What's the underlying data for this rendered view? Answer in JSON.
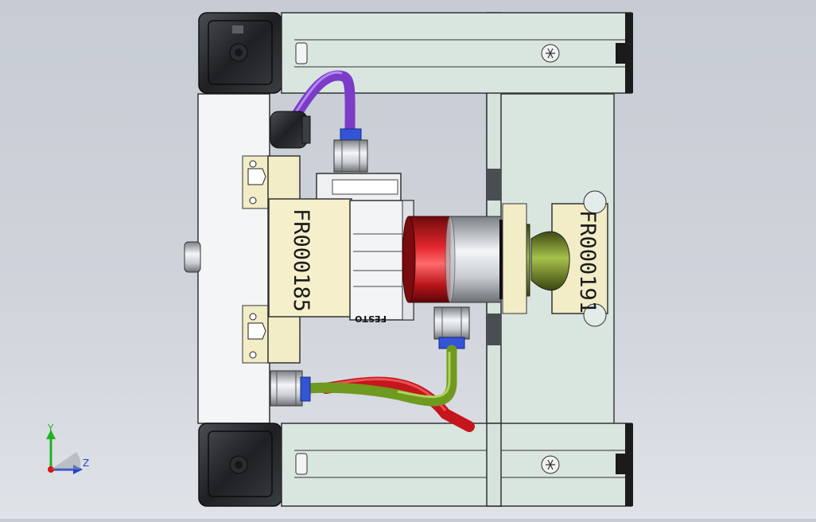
{
  "viewport": {
    "part_labels": {
      "left_plate": "FR000185",
      "right_plate": "FR000191",
      "brand": "FESTO"
    }
  },
  "triad": {
    "y_label": "Y",
    "z_label": "Z"
  },
  "colors": {
    "background_top": "#c7ccd4",
    "frame_green": "#d9e6df",
    "bracket_cream": "#f2ecc7",
    "motor_red": "#b8141a",
    "tube_purple": "#7b3cc8",
    "tube_green": "#6f9a1f",
    "triad_y": "#22b022",
    "triad_z": "#2244cc"
  }
}
